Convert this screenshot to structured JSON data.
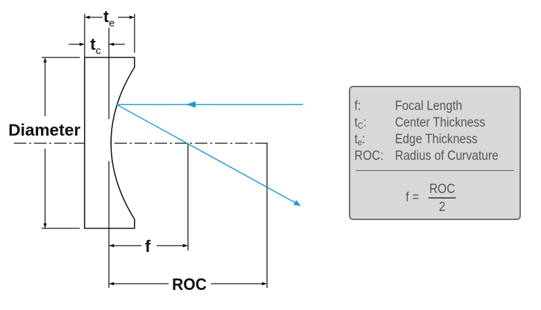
{
  "diagram": {
    "title": "Plano-Concave Lens Dimensions",
    "labels": {
      "diameter": "Diameter",
      "edge_thickness": "t",
      "edge_thickness_sub": "e",
      "center_thickness": "t",
      "center_thickness_sub": "c",
      "focal_length": "f",
      "roc": "ROC"
    },
    "colors": {
      "ray": "#1a9bd0",
      "lines": "#111111",
      "legend_bg": "#d8d8d8",
      "legend_border": "#6f6f6f",
      "legend_text": "#555555"
    }
  },
  "legend": {
    "rows": [
      {
        "key": "f:",
        "key_sub": "",
        "key_suffix": "",
        "desc": "Focal Length"
      },
      {
        "key": "t",
        "key_sub": "C",
        "key_suffix": ":",
        "desc": "Center Thickness"
      },
      {
        "key": "t",
        "key_sub": "e",
        "key_suffix": ":",
        "desc": "Edge Thickness"
      },
      {
        "key": "ROC:",
        "key_sub": "",
        "key_suffix": "",
        "desc": "Radius of Curvature"
      }
    ],
    "formula": {
      "lhs": "f =",
      "numerator": "ROC",
      "denominator": "2"
    }
  }
}
